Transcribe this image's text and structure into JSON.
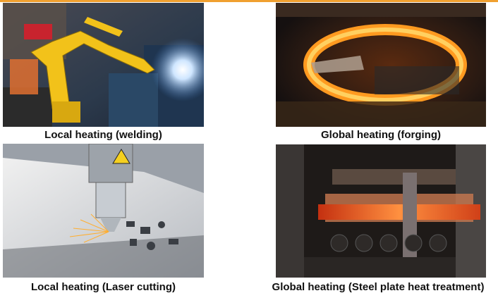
{
  "captions": {
    "welding": "Local heating (welding)",
    "forging": "Global heating (forging)",
    "laser": "Local heating (Laser cutting)",
    "steel": "Global heating (Steel plate heat treatment)"
  },
  "colors": {
    "accent_bar": "#f0a030",
    "robot_yellow": "#f2c21a",
    "hot_glow": "#ffb030"
  }
}
